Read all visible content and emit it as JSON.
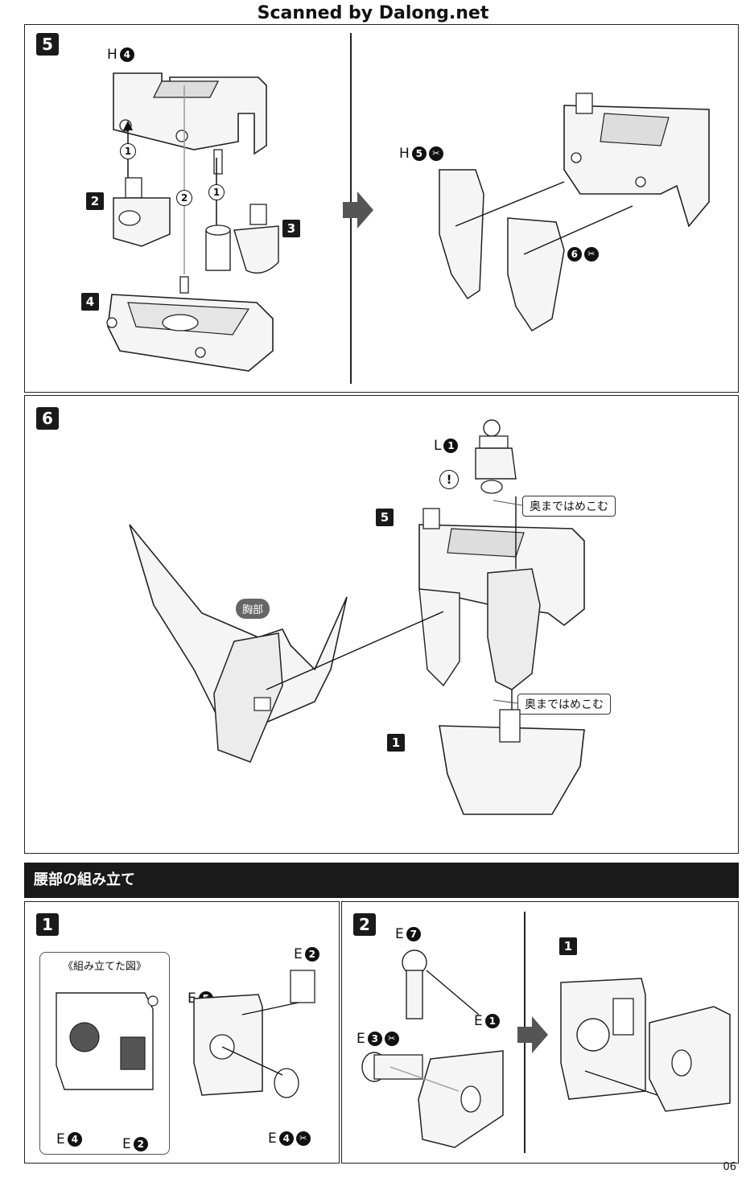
{
  "watermark": "Scanned by Dalong.net",
  "page_number": "06",
  "step5": {
    "step": "5",
    "labels": {
      "h4_letter": "H",
      "h4_num": "4",
      "h5_letter": "H",
      "h5_num": "5",
      "h6_letter": "H",
      "h6_num": "6"
    },
    "parts": {
      "p2": "2",
      "p3": "3",
      "p4": "4"
    },
    "order": {
      "o1a": "1",
      "o1b": "1",
      "o2": "2"
    }
  },
  "step6": {
    "step": "6",
    "l1_letter": "L",
    "l1_num": "1",
    "part5": "5",
    "part1": "1",
    "callout_top": "奥まではめこむ",
    "callout_bottom": "奥まではめこむ",
    "chest_badge": "胸部",
    "caution": "!"
  },
  "section_title": "腰部の組み立て",
  "waist1": {
    "step": "1",
    "inset_title": "《組み立てた図》",
    "e4_letter": "E",
    "e4_num": "4",
    "e2_letter": "E",
    "e2_num": "2",
    "right_e2_letter": "E",
    "right_e2_num": "2",
    "e5_letter": "E",
    "e5_num": "5",
    "e4b_letter": "E",
    "e4b_num": "4"
  },
  "waist2": {
    "step": "2",
    "e7_letter": "E",
    "e7_num": "7",
    "e1_letter": "E",
    "e1_num": "1",
    "e3_letter": "E",
    "e3_num": "3",
    "ref_part": "1"
  },
  "icons": {
    "cut": "gate-cut-icon",
    "arrow": "next-arrow-icon"
  }
}
